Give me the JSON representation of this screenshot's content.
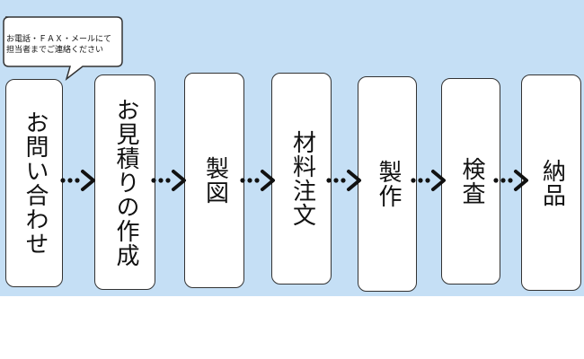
{
  "callout": {
    "text": "お電話・ＦＡＸ・メールにて\n担当者までご連絡ください"
  },
  "steps": [
    {
      "label": "お問い合わせ"
    },
    {
      "label": "お見積りの作成"
    },
    {
      "label": "製図"
    },
    {
      "label": "材料注文"
    },
    {
      "label": "製作"
    },
    {
      "label": "検査"
    },
    {
      "label": "納品"
    }
  ],
  "colors": {
    "background_band": "#c5dff5",
    "box_fill": "#ffffff",
    "box_border": "#333333",
    "arrow": "#111111"
  }
}
